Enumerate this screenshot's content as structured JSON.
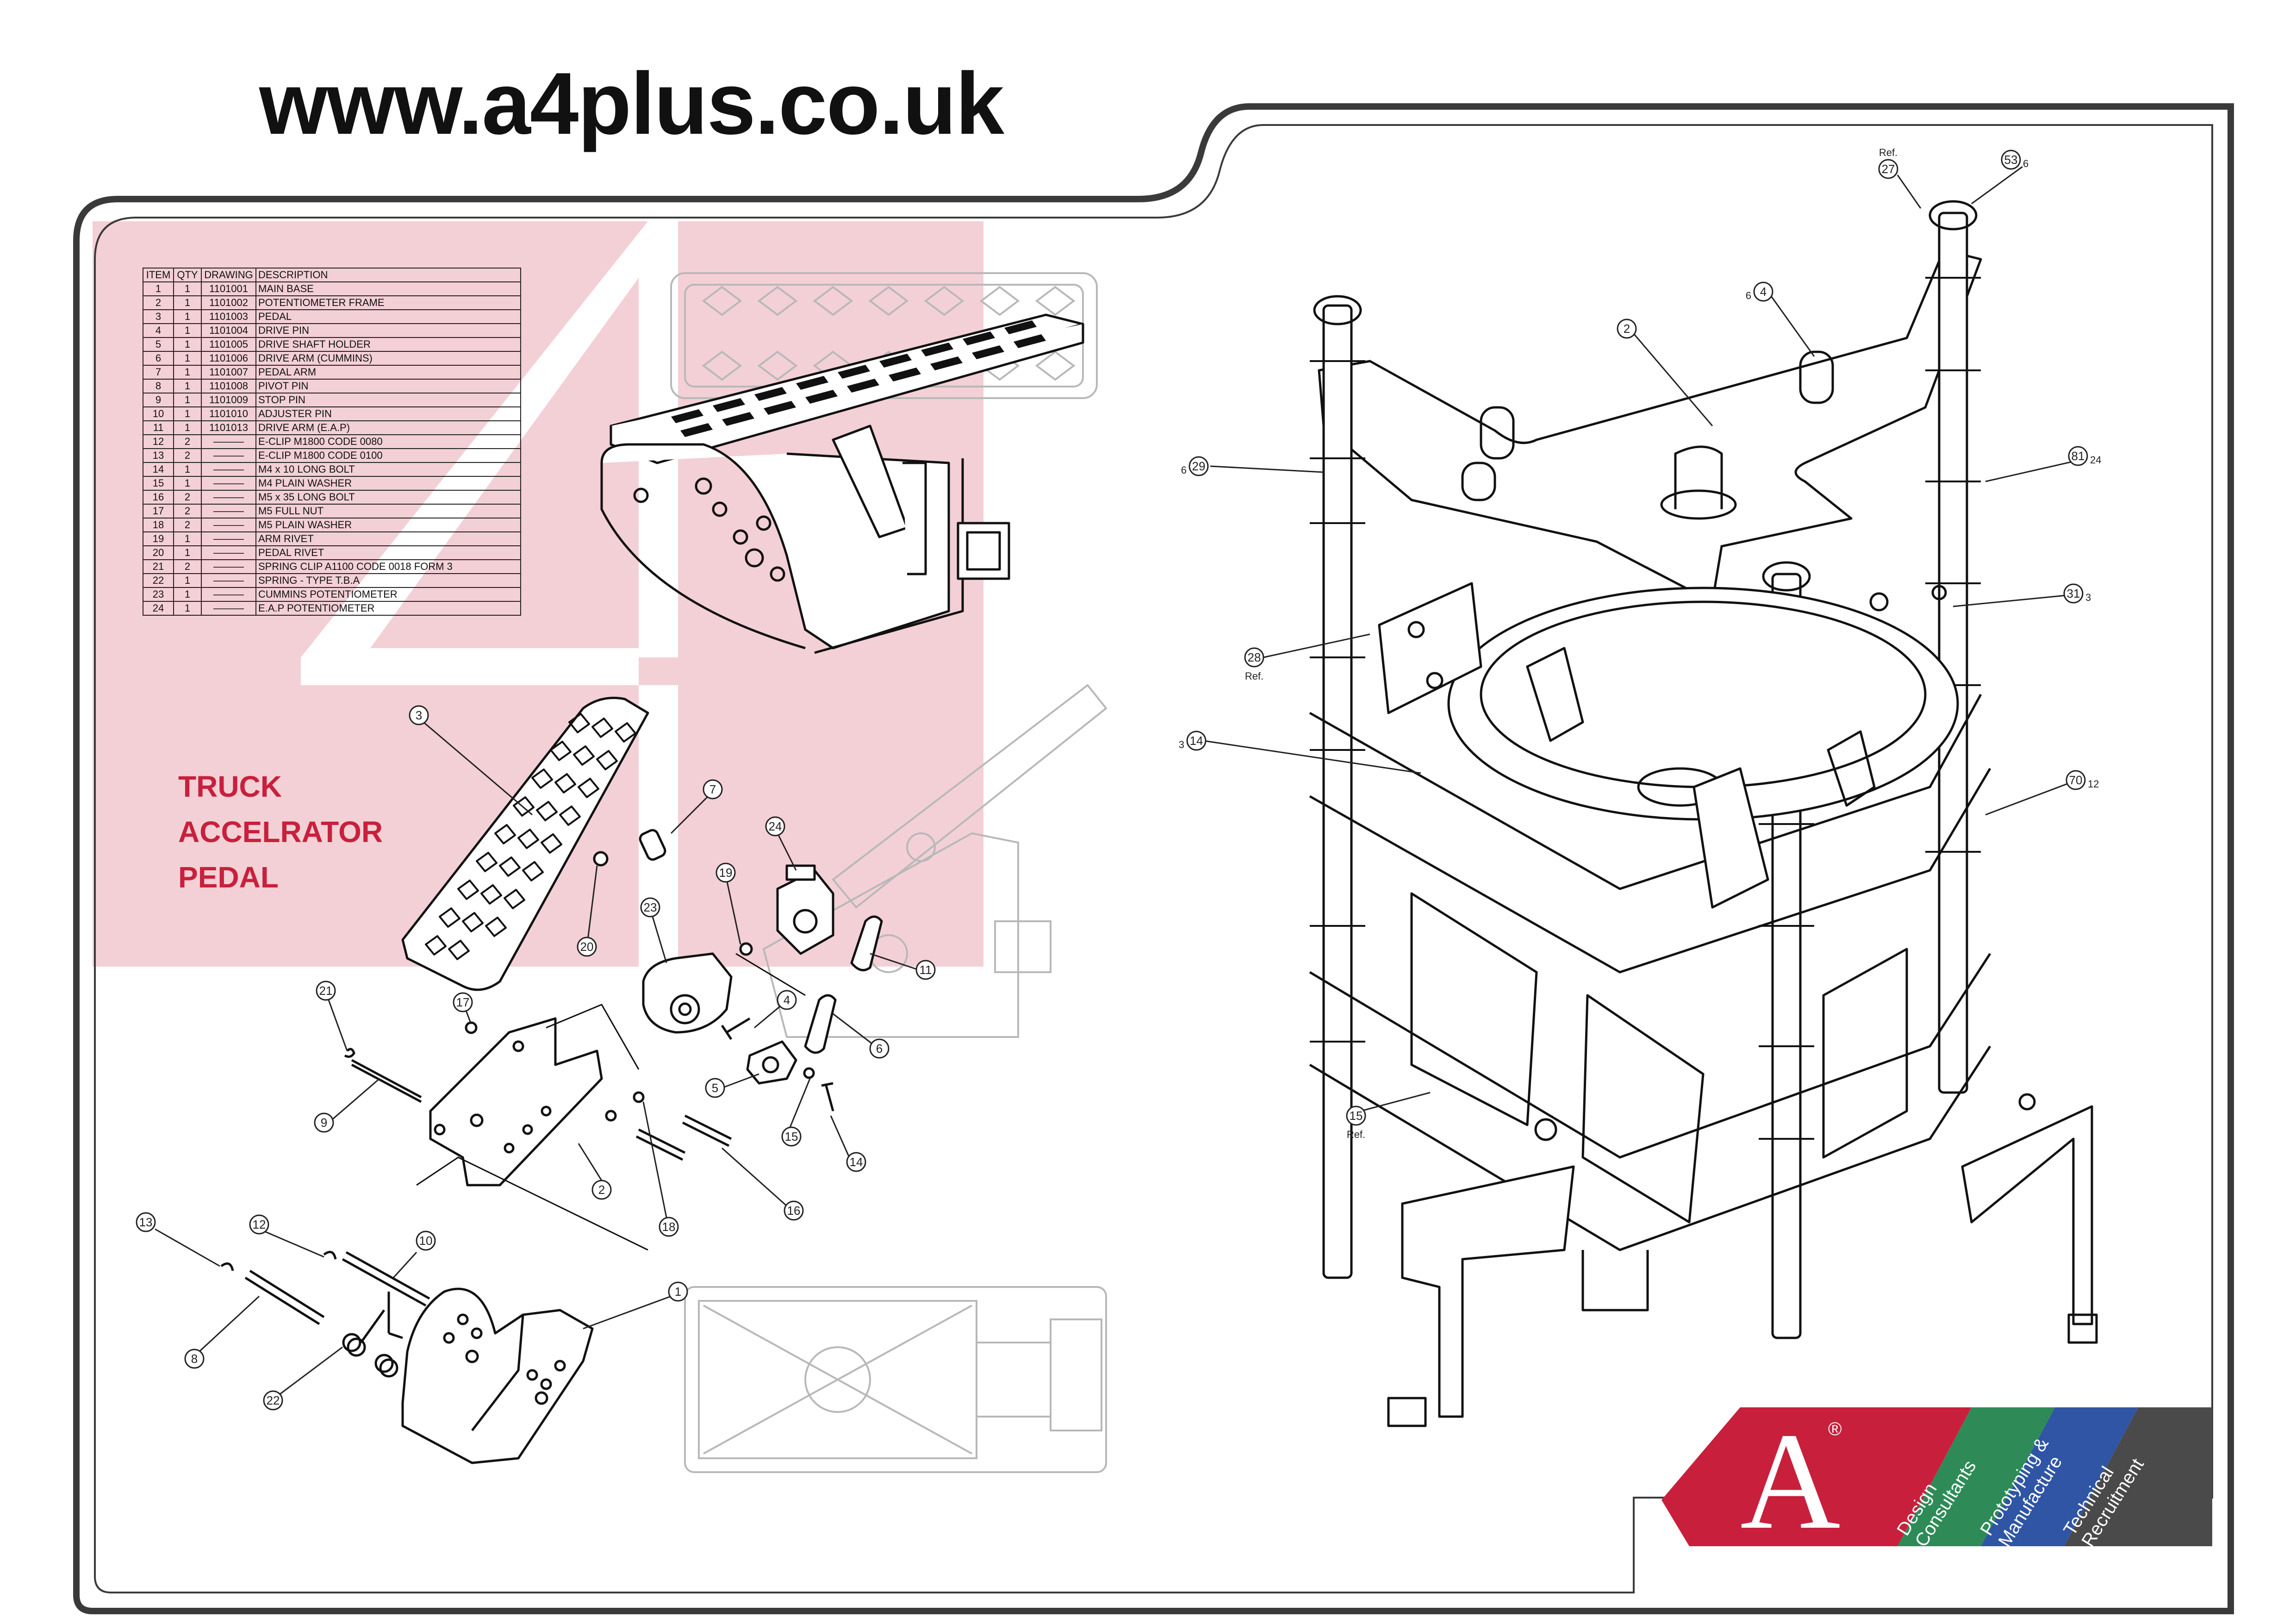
{
  "header": {
    "url": "www.a4plus.co.uk"
  },
  "title": {
    "lines": [
      "TRUCK",
      "ACCELRATOR",
      "PEDAL"
    ]
  },
  "bom": {
    "headers": [
      "ITEM",
      "QTY",
      "DRAWING",
      "DESCRIPTION"
    ],
    "rows": [
      [
        "1",
        "1",
        "1101001",
        "MAIN BASE"
      ],
      [
        "2",
        "1",
        "1101002",
        "POTENTIOMETER FRAME"
      ],
      [
        "3",
        "1",
        "1101003",
        "PEDAL"
      ],
      [
        "4",
        "1",
        "1101004",
        "DRIVE PIN"
      ],
      [
        "5",
        "1",
        "1101005",
        "DRIVE SHAFT HOLDER"
      ],
      [
        "6",
        "1",
        "1101006",
        "DRIVE ARM (CUMMINS)"
      ],
      [
        "7",
        "1",
        "1101007",
        "PEDAL ARM"
      ],
      [
        "8",
        "1",
        "1101008",
        "PIVOT PIN"
      ],
      [
        "9",
        "1",
        "1101009",
        "STOP PIN"
      ],
      [
        "10",
        "1",
        "1101010",
        "ADJUSTER PIN"
      ],
      [
        "11",
        "1",
        "1101013",
        "DRIVE ARM (E.A.P)"
      ],
      [
        "12",
        "2",
        "———",
        "E-CLIP   M1800 CODE 0080"
      ],
      [
        "13",
        "2",
        "———",
        "E-CLIP   M1800 CODE 0100"
      ],
      [
        "14",
        "1",
        "———",
        "M4 x 10 LONG BOLT"
      ],
      [
        "15",
        "1",
        "———",
        "M4 PLAIN WASHER"
      ],
      [
        "16",
        "2",
        "———",
        "M5 x 35 LONG BOLT"
      ],
      [
        "17",
        "2",
        "———",
        "M5 FULL NUT"
      ],
      [
        "18",
        "2",
        "———",
        "M5 PLAIN WASHER"
      ],
      [
        "19",
        "1",
        "———",
        "ARM RIVET"
      ],
      [
        "20",
        "1",
        "———",
        "PEDAL RIVET"
      ],
      [
        "21",
        "2",
        "———",
        "SPRING CLIP   A1100 CODE 0018 FORM 3"
      ],
      [
        "22",
        "1",
        "———",
        "SPRING - TYPE T.B.A"
      ],
      [
        "23",
        "1",
        "———",
        "CUMMINS POTENTIOMETER"
      ],
      [
        "24",
        "1",
        "———",
        "E.A.P POTENTIOMETER"
      ]
    ]
  },
  "pedal_callouts": [
    {
      "label": "3"
    },
    {
      "label": "7"
    },
    {
      "label": "24"
    },
    {
      "label": "19"
    },
    {
      "label": "23"
    },
    {
      "label": "20"
    },
    {
      "label": "11"
    },
    {
      "label": "21"
    },
    {
      "label": "17"
    },
    {
      "label": "4"
    },
    {
      "label": "6"
    },
    {
      "label": "5"
    },
    {
      "label": "15"
    },
    {
      "label": "14"
    },
    {
      "label": "9"
    },
    {
      "label": "2"
    },
    {
      "label": "18"
    },
    {
      "label": "16"
    },
    {
      "label": "13"
    },
    {
      "label": "12"
    },
    {
      "label": "10"
    },
    {
      "label": "1"
    },
    {
      "label": "8"
    },
    {
      "label": "22"
    }
  ],
  "machine_callouts": [
    {
      "label": "27",
      "prefix": "Ref."
    },
    {
      "label": "53",
      "suffix": "6"
    },
    {
      "label": "4",
      "prefix": "6"
    },
    {
      "label": "2"
    },
    {
      "label": "29",
      "prefix": "6"
    },
    {
      "label": "81",
      "suffix": "24"
    },
    {
      "label": "31",
      "suffix": "3"
    },
    {
      "label": "28",
      "suffix": "Ref."
    },
    {
      "label": "14",
      "prefix": "3"
    },
    {
      "label": "70",
      "suffix": "12"
    },
    {
      "label": "15",
      "suffix": "Ref."
    }
  ],
  "logo": {
    "mark": "A",
    "registered": "®",
    "taglines": [
      [
        "Design",
        "Consultants"
      ],
      [
        "Prototyping &",
        "Manufacture"
      ],
      [
        "Technical",
        "Recruitment"
      ]
    ]
  },
  "colors": {
    "accent_red": "#c8203c",
    "pink_panel": "#f3d0d6",
    "band_green": "#2e8b57",
    "band_blue": "#2f55a4",
    "band_grey": "#4a4a4a",
    "frame": "#3a3a3a"
  }
}
